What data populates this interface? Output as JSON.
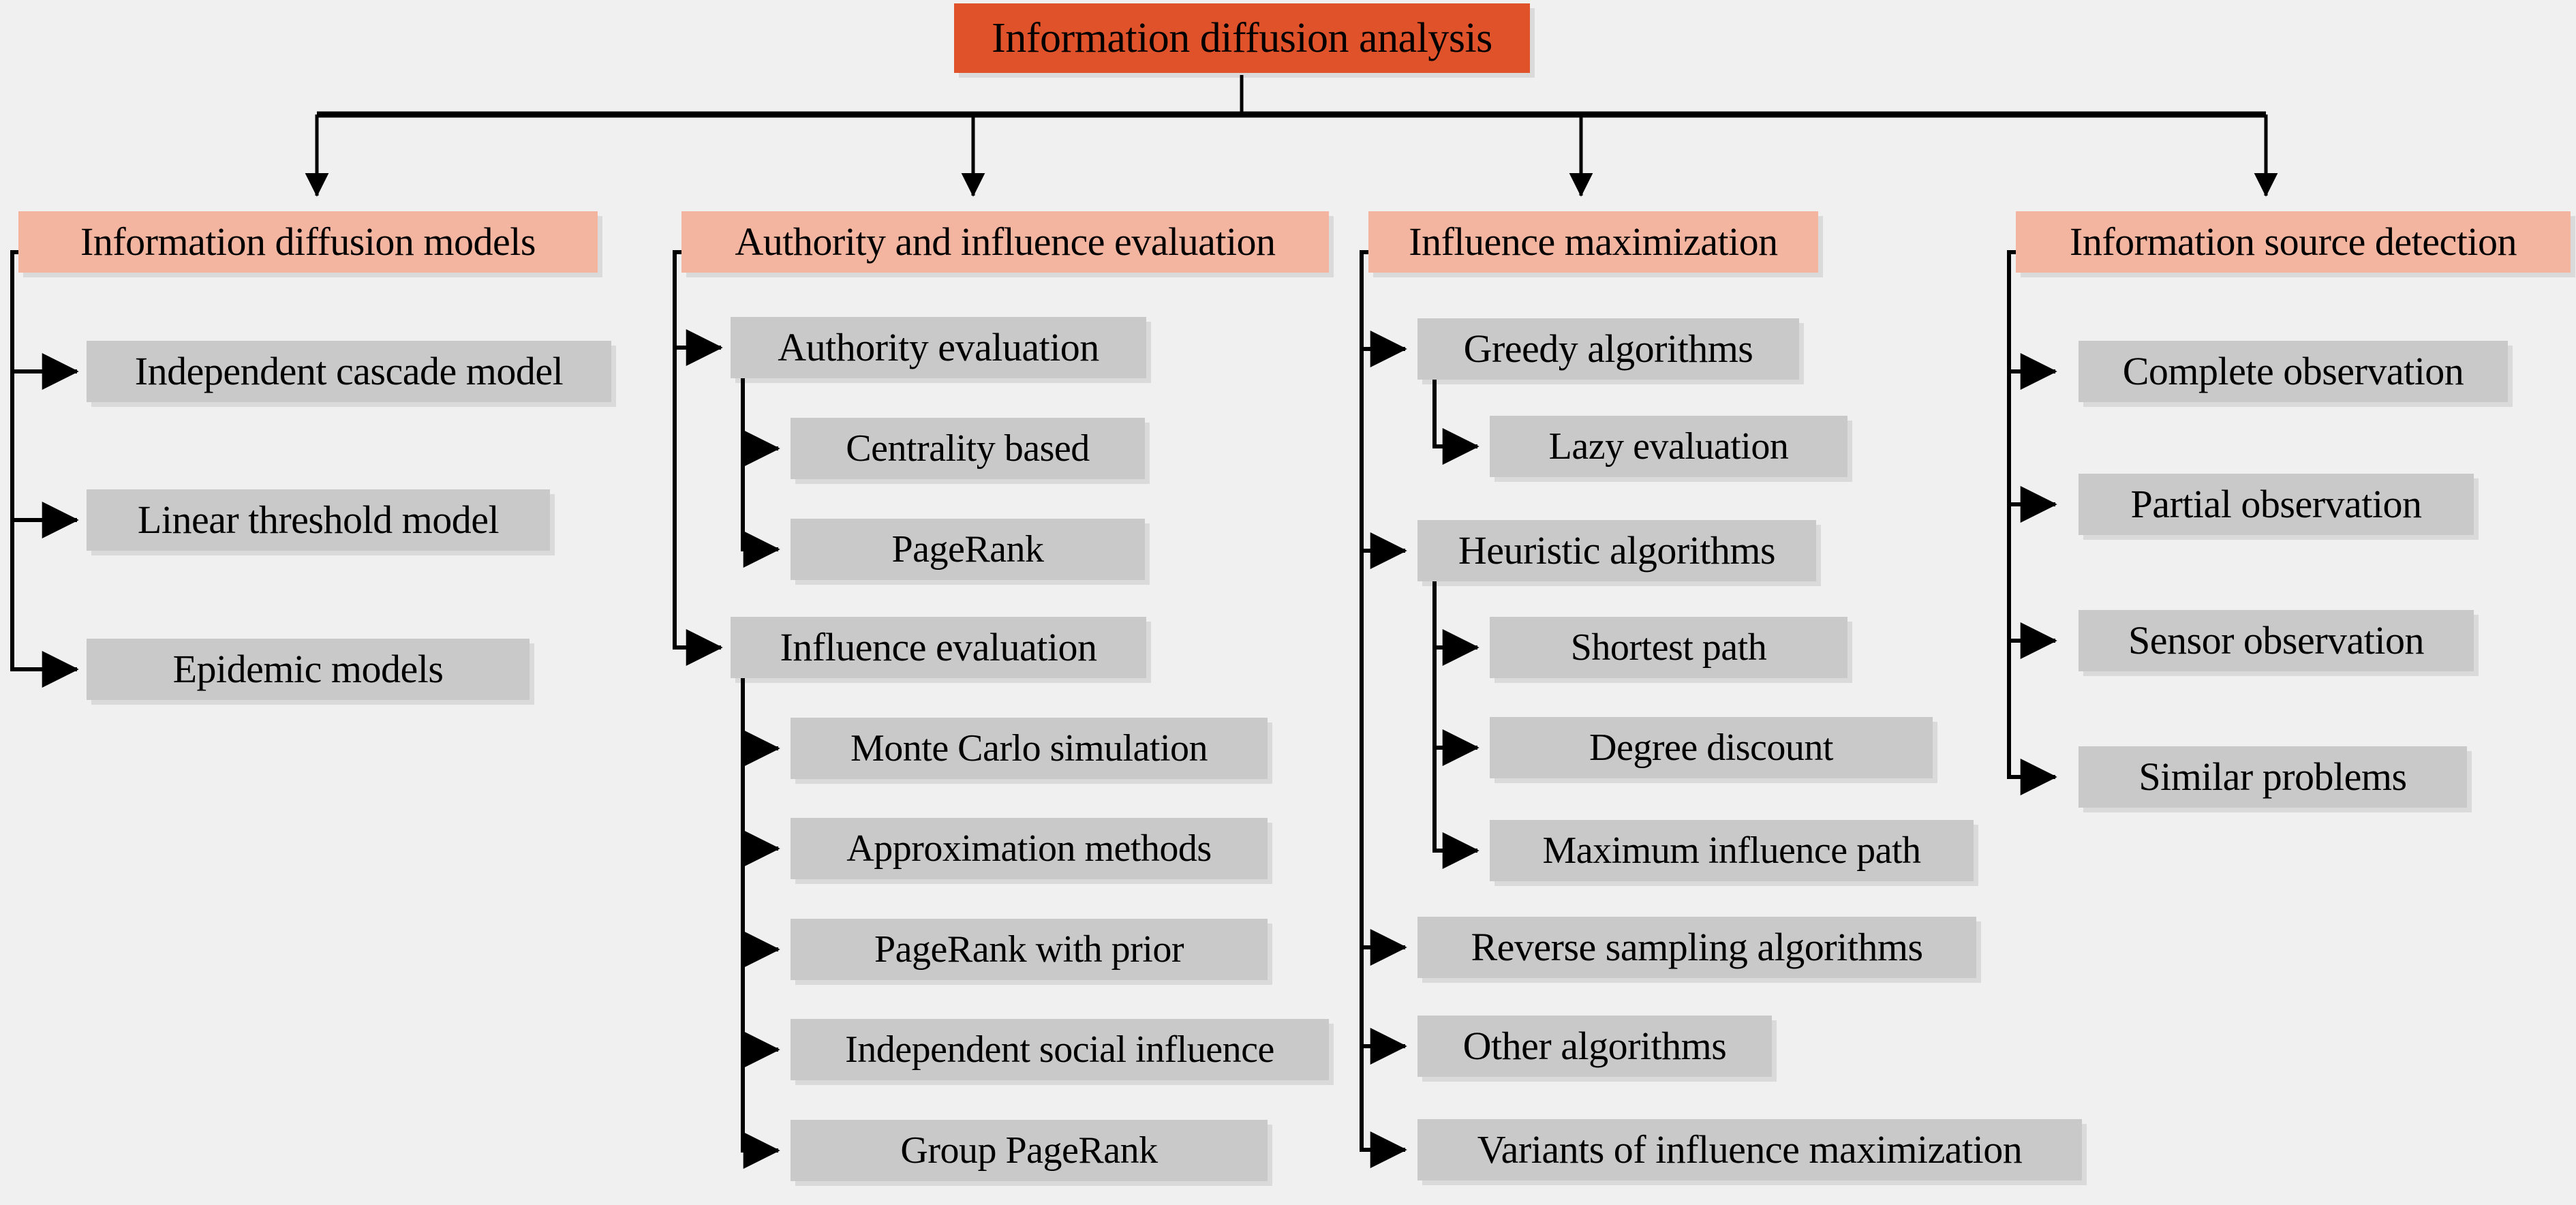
{
  "diagram": {
    "title": "Information diffusion analysis",
    "type": "tree",
    "colors": {
      "background": "#f0f0f0",
      "root_fill": "#e0522a",
      "level2_fill": "#f3b5a0",
      "leaf_fill": "#c9c9c9",
      "edge": "#000000",
      "text": "#000000"
    },
    "root": {
      "id": "root",
      "label": "Information diffusion analysis"
    },
    "branches": [
      {
        "id": "b1",
        "label": "Information diffusion models",
        "children": [
          {
            "id": "b1c1",
            "label": "Independent cascade model",
            "children": []
          },
          {
            "id": "b1c2",
            "label": "Linear threshold model",
            "children": []
          },
          {
            "id": "b1c3",
            "label": "Epidemic models",
            "children": []
          }
        ]
      },
      {
        "id": "b2",
        "label": "Authority and influence evaluation",
        "children": [
          {
            "id": "b2c1",
            "label": "Authority evaluation",
            "children": [
              {
                "id": "b2c1g1",
                "label": "Centrality based"
              },
              {
                "id": "b2c1g2",
                "label": "PageRank"
              }
            ]
          },
          {
            "id": "b2c2",
            "label": "Influence evaluation",
            "children": [
              {
                "id": "b2c2g1",
                "label": "Monte Carlo simulation"
              },
              {
                "id": "b2c2g2",
                "label": "Approximation methods"
              },
              {
                "id": "b2c2g3",
                "label": "PageRank with prior"
              },
              {
                "id": "b2c2g4",
                "label": "Independent social influence"
              },
              {
                "id": "b2c2g5",
                "label": "Group PageRank"
              }
            ]
          }
        ]
      },
      {
        "id": "b3",
        "label": "Influence maximization",
        "children": [
          {
            "id": "b3c1",
            "label": "Greedy algorithms",
            "children": [
              {
                "id": "b3c1g1",
                "label": "Lazy evaluation"
              }
            ]
          },
          {
            "id": "b3c2",
            "label": "Heuristic algorithms",
            "children": [
              {
                "id": "b3c2g1",
                "label": "Shortest path"
              },
              {
                "id": "b3c2g2",
                "label": "Degree discount"
              },
              {
                "id": "b3c2g3",
                "label": "Maximum influence path"
              }
            ]
          },
          {
            "id": "b3c3",
            "label": "Reverse sampling algorithms",
            "children": []
          },
          {
            "id": "b3c4",
            "label": "Other algorithms",
            "children": []
          },
          {
            "id": "b3c5",
            "label": "Variants of influence maximization",
            "children": []
          }
        ]
      },
      {
        "id": "b4",
        "label": "Information source detection",
        "children": [
          {
            "id": "b4c1",
            "label": "Complete observation",
            "children": []
          },
          {
            "id": "b4c2",
            "label": "Partial observation",
            "children": []
          },
          {
            "id": "b4c3",
            "label": "Sensor observation",
            "children": []
          },
          {
            "id": "b4c4",
            "label": "Similar problems",
            "children": []
          }
        ]
      }
    ]
  }
}
